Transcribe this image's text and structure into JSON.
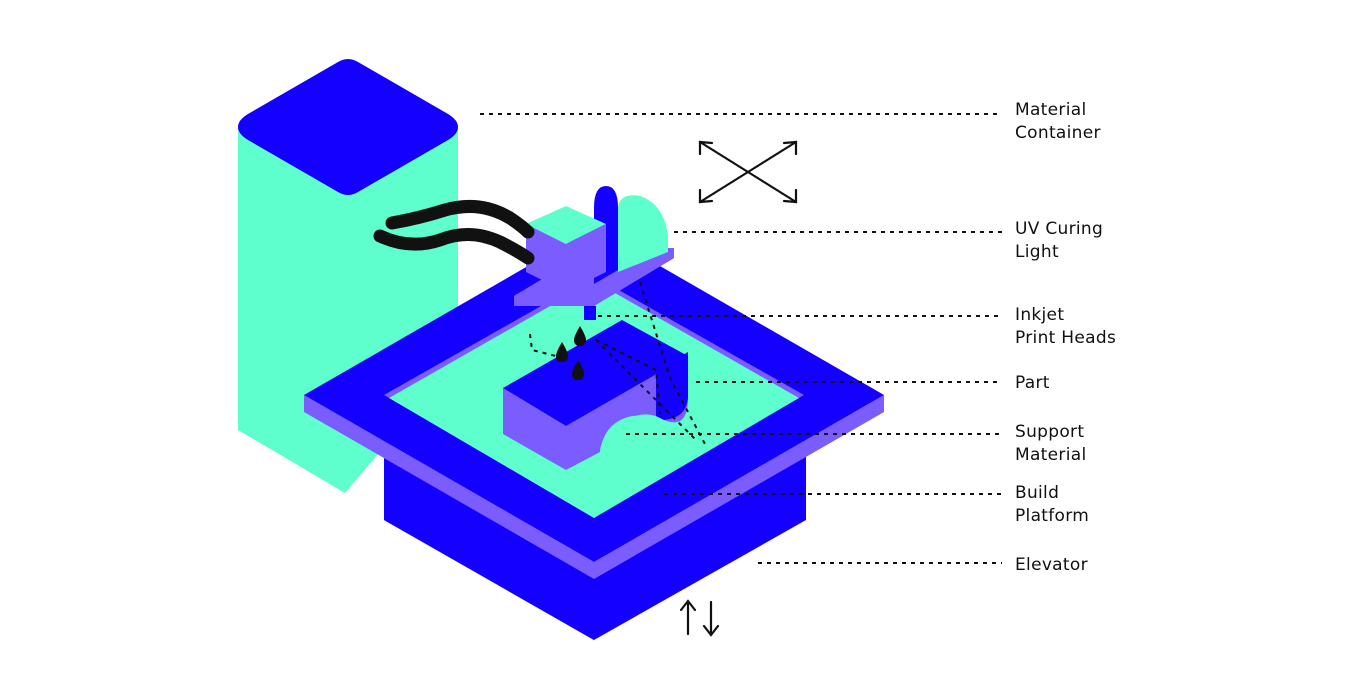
{
  "colors": {
    "blue": "#1400ff",
    "mint": "#5effcc",
    "purple": "#7a5cff",
    "black": "#111111"
  },
  "icons": {
    "move_arrows": "cross-arrows-icon",
    "elevator_arrows": "up-down-arrows-icon"
  },
  "labels": [
    {
      "key": "material_container",
      "lines": [
        "Material",
        "Container"
      ]
    },
    {
      "key": "uv_curing_light",
      "lines": [
        "UV Curing",
        "Light"
      ]
    },
    {
      "key": "inkjet_print_heads",
      "lines": [
        "Inkjet",
        "Print Heads"
      ]
    },
    {
      "key": "part",
      "lines": [
        "Part"
      ]
    },
    {
      "key": "support_material",
      "lines": [
        "Support",
        "Material"
      ]
    },
    {
      "key": "build_platform",
      "lines": [
        "Build",
        "Platform"
      ]
    },
    {
      "key": "elevator",
      "lines": [
        "Elevator"
      ]
    }
  ]
}
